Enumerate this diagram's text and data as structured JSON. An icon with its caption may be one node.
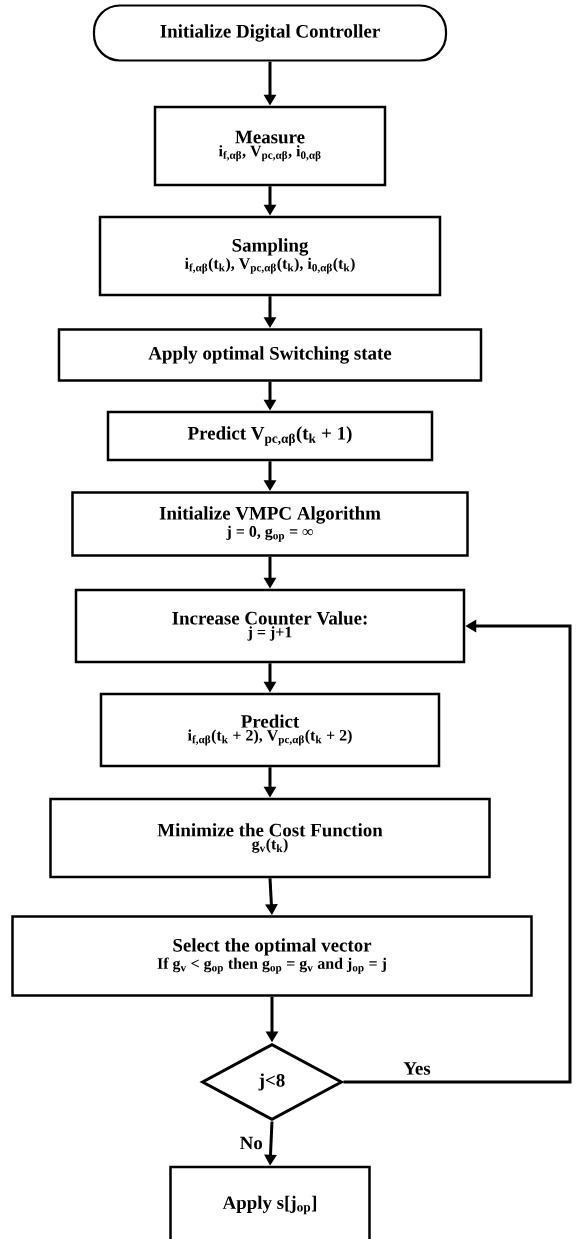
{
  "diagram": {
    "nodes": [
      {
        "text": [
          "Initialize Digital Controller"
        ]
      },
      {
        "text": [
          "Measure",
          "i$_{f,αβ}$, V$_{pc,αβ}$, i$_{0,αβ}$"
        ]
      },
      {
        "text": [
          "Sampling",
          "i$_{f,αβ}$(t$_{k}$), V$_{pc,αβ}$(t$_{k}$), i$_{0,αβ}$(t$_{k}$)"
        ]
      },
      {
        "text": [
          "Apply optimal Switching state"
        ]
      },
      {
        "text": [
          "Predict V$_{pc,αβ}$(t$_{k}$ + 1)"
        ]
      },
      {
        "text": [
          "Initialize VMPC Algorithm",
          "j = 0, g$_{op}$ = ∞"
        ]
      },
      {
        "text": [
          "Increase Counter Value:",
          "j = j+1"
        ]
      },
      {
        "text": [
          "Predict",
          "i$_{f,αβ}$(t$_{k}$ + 2), V$_{pc,αβ}$(t$_{k}$ + 2)"
        ]
      },
      {
        "text": [
          "Minimize the Cost Function",
          "g$_{v}$(t$_{k}$)"
        ]
      },
      {
        "text": [
          "Select the optimal vector",
          "If g$_{v}$ < g$_{op}$ then g$_{op}$ = g$_{v}$ and j$_{op}$ = j"
        ]
      },
      {
        "text": [
          "j<8"
        ]
      },
      {
        "text": [
          "Apply s[j$_{op}$]"
        ]
      }
    ],
    "edges": [
      {
        "from": 0,
        "to": 1,
        "arrow": "to"
      },
      {
        "from": 1,
        "to": 2,
        "arrow": "to"
      },
      {
        "from": 2,
        "to": 3,
        "arrow": "to"
      },
      {
        "from": 3,
        "to": 4,
        "arrow": "to"
      },
      {
        "from": 4,
        "to": 5,
        "arrow": "to"
      },
      {
        "from": 5,
        "to": 6,
        "arrow": "to"
      },
      {
        "from": 6,
        "to": 7,
        "arrow": "to"
      },
      {
        "from": 7,
        "to": 8,
        "arrow": "to"
      },
      {
        "from": 8,
        "to": 9,
        "arrow": "to"
      },
      {
        "from": 9,
        "to": 10,
        "arrow": "to"
      },
      {
        "from": 10,
        "to": 6,
        "arrow": "to",
        "label": "Yes"
      },
      {
        "from": 10,
        "to": 11,
        "arrow": "to",
        "label": "No"
      }
    ]
  }
}
